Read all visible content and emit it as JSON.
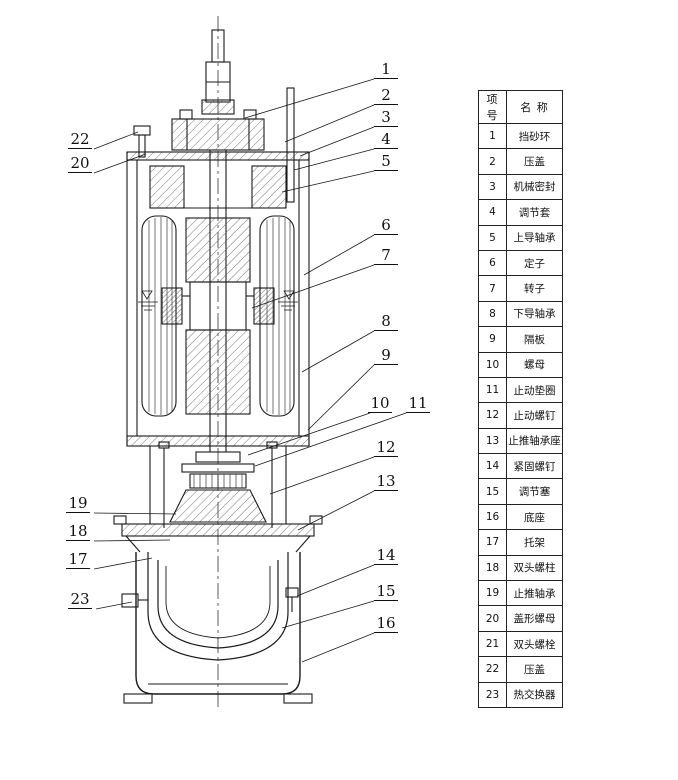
{
  "table": {
    "headers": {
      "no": "项 号",
      "name": "名 称"
    },
    "rows": [
      {
        "no": "1",
        "name": "挡砂环"
      },
      {
        "no": "2",
        "name": "压盖"
      },
      {
        "no": "3",
        "name": "机械密封"
      },
      {
        "no": "4",
        "name": "调节套"
      },
      {
        "no": "5",
        "name": "上导轴承"
      },
      {
        "no": "6",
        "name": "定子"
      },
      {
        "no": "7",
        "name": "转子"
      },
      {
        "no": "8",
        "name": "下导轴承"
      },
      {
        "no": "9",
        "name": "隔板"
      },
      {
        "no": "10",
        "name": "螺母"
      },
      {
        "no": "11",
        "name": "止动垫圈"
      },
      {
        "no": "12",
        "name": "止动螺钉"
      },
      {
        "no": "13",
        "name": "止推轴承座"
      },
      {
        "no": "14",
        "name": "紧固螺钉"
      },
      {
        "no": "15",
        "name": "调节塞"
      },
      {
        "no": "16",
        "name": "底座"
      },
      {
        "no": "17",
        "name": "托架"
      },
      {
        "no": "18",
        "name": "双头螺柱"
      },
      {
        "no": "19",
        "name": "止推轴承"
      },
      {
        "no": "20",
        "name": "盖形螺母"
      },
      {
        "no": "21",
        "name": "双头螺栓"
      },
      {
        "no": "22",
        "name": "压盖"
      },
      {
        "no": "23",
        "name": "热交换器"
      }
    ]
  },
  "callouts": [
    {
      "label": "1"
    },
    {
      "label": "2"
    },
    {
      "label": "3"
    },
    {
      "label": "4"
    },
    {
      "label": "5"
    },
    {
      "label": "6"
    },
    {
      "label": "7"
    },
    {
      "label": "8"
    },
    {
      "label": "9"
    },
    {
      "label": "10"
    },
    {
      "label": "11"
    },
    {
      "label": "12"
    },
    {
      "label": "13"
    },
    {
      "label": "14"
    },
    {
      "label": "15"
    },
    {
      "label": "16"
    },
    {
      "label": "22"
    },
    {
      "label": "20"
    },
    {
      "label": "19"
    },
    {
      "label": "18"
    },
    {
      "label": "17"
    },
    {
      "label": "23"
    }
  ],
  "colors": {
    "ink": "#1a1a1a",
    "paper": "#ffffff"
  }
}
